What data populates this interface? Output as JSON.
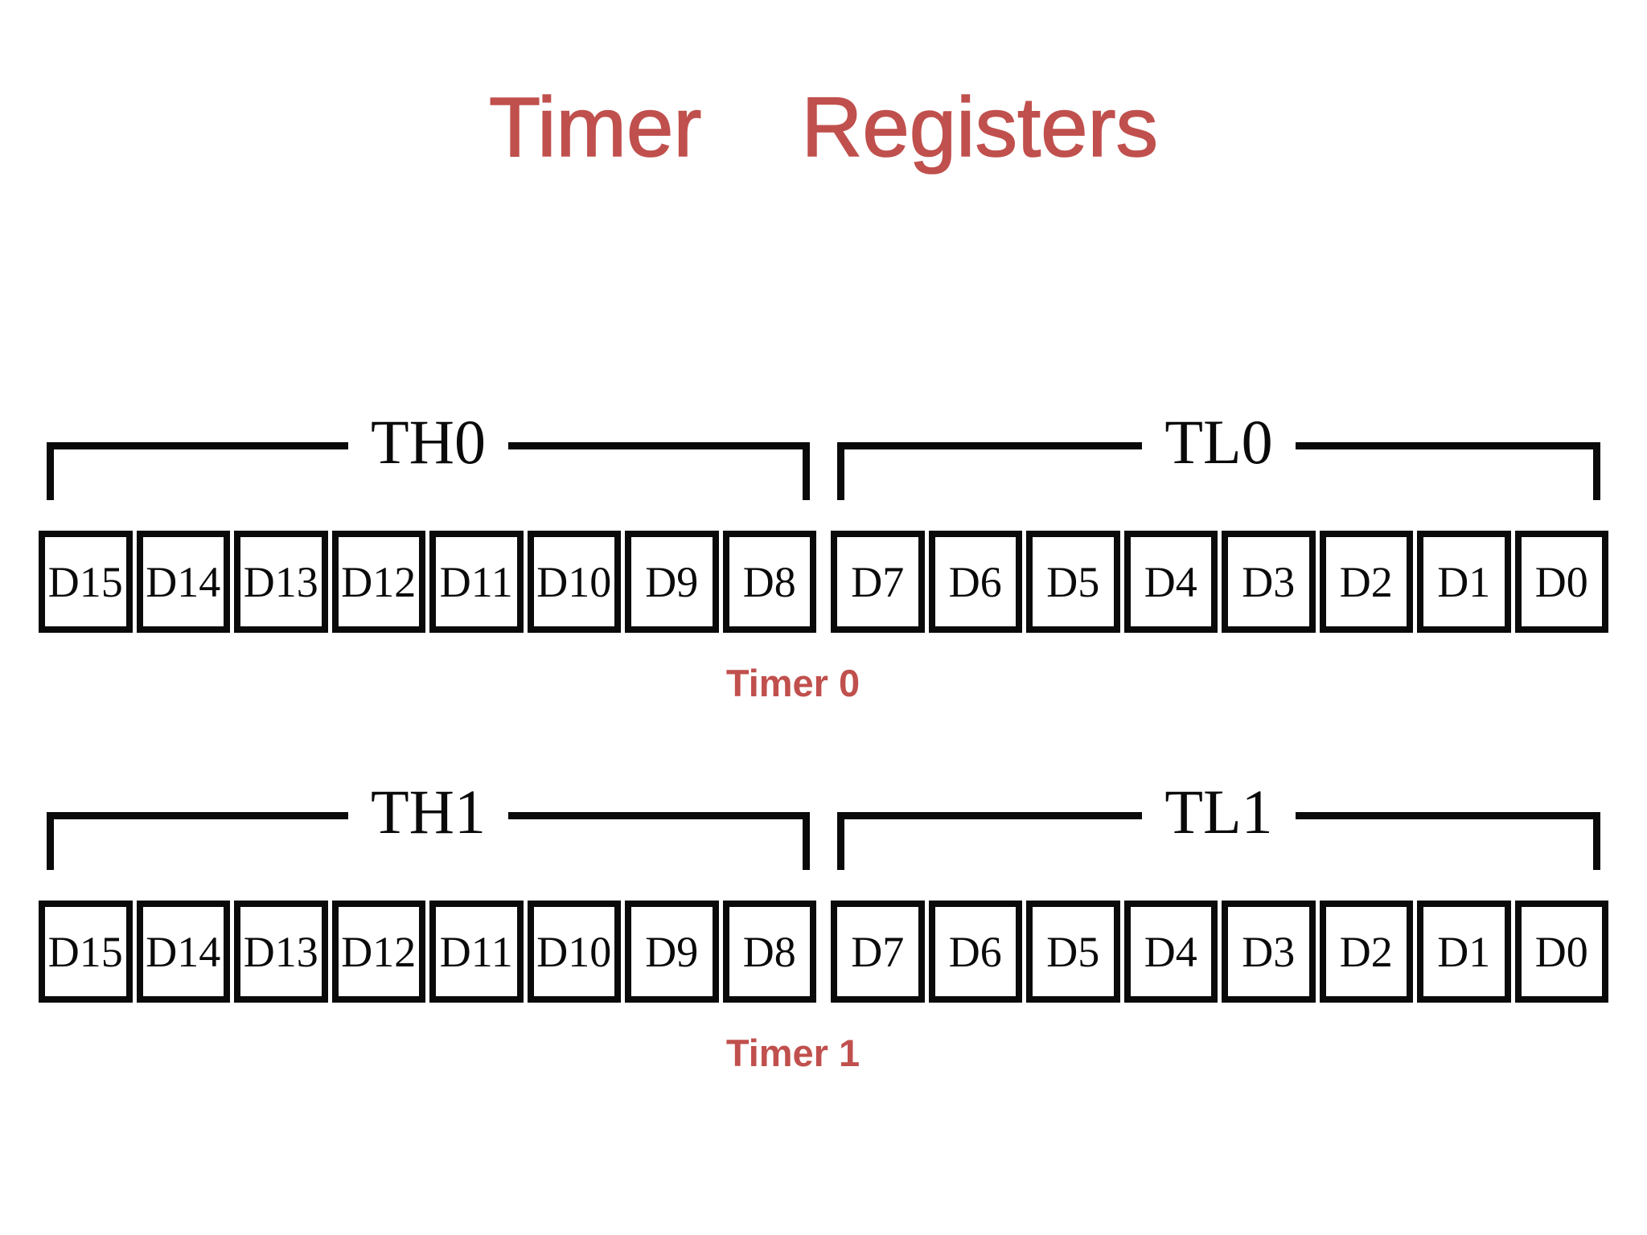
{
  "title": "Timer Registers",
  "colors": {
    "accent_red": "#c0504d",
    "line_black": "#0a0a0a",
    "background": "#ffffff"
  },
  "registers": [
    {
      "name": "Timer 0",
      "high_label": "TH0",
      "low_label": "TL0",
      "high_bits": [
        "D15",
        "D14",
        "D13",
        "D12",
        "D11",
        "D10",
        "D9",
        "D8"
      ],
      "low_bits": [
        "D7",
        "D6",
        "D5",
        "D4",
        "D3",
        "D2",
        "D1",
        "D0"
      ]
    },
    {
      "name": "Timer 1",
      "high_label": "TH1",
      "low_label": "TL1",
      "high_bits": [
        "D15",
        "D14",
        "D13",
        "D12",
        "D11",
        "D10",
        "D9",
        "D8"
      ],
      "low_bits": [
        "D7",
        "D6",
        "D5",
        "D4",
        "D3",
        "D2",
        "D1",
        "D0"
      ]
    }
  ]
}
